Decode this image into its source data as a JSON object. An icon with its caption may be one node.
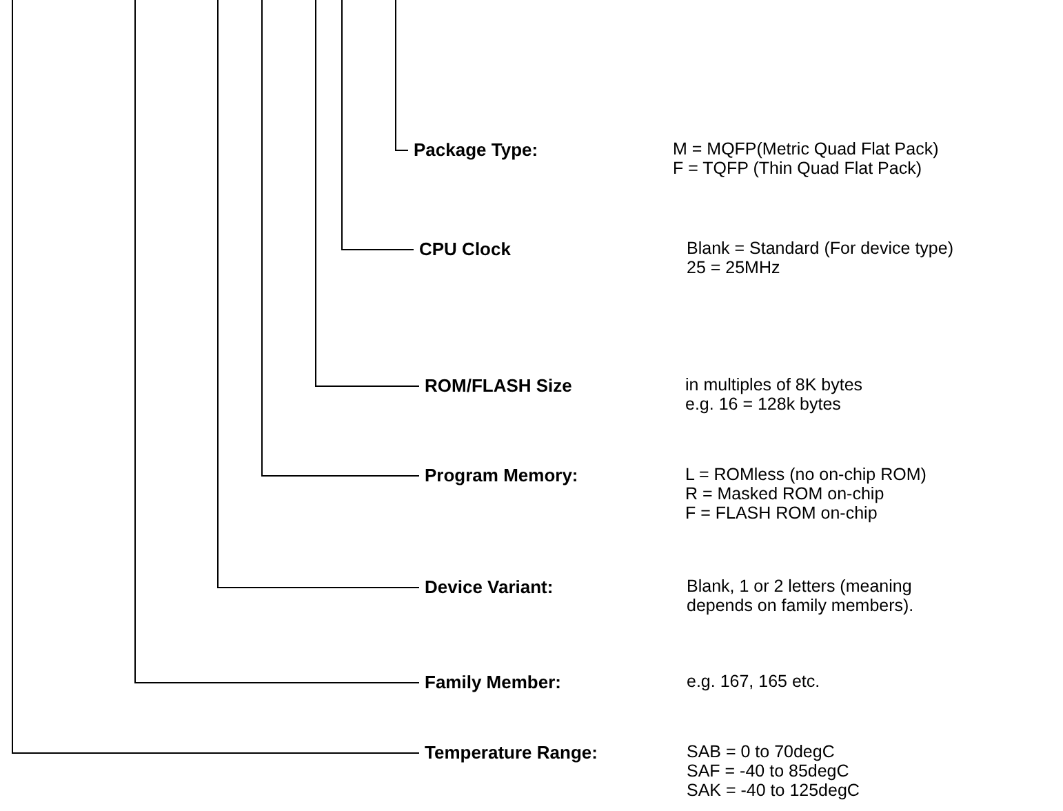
{
  "diagram": {
    "nodes": [
      {
        "text": [
          "Package Type:",
          "M = MQFP(Metric Quad Flat Pack) F = TQFP (Thin Quad Flat Pack)"
        ]
      },
      {
        "text": [
          "CPU Clock",
          "Blank = Standard (For device type) 25 = 25MHz"
        ]
      },
      {
        "text": [
          "ROM/FLASH Size",
          "in multiples of 8K bytes e.g. 16 = 128k bytes"
        ]
      },
      {
        "text": [
          "Program Memory:",
          "L = ROMless (no on-chip ROM) R = Masked ROM on-chip F = FLASH ROM on-chip"
        ]
      },
      {
        "text": [
          "Device Variant:",
          "Blank, 1 or 2 letters (meaning depends on family members)."
        ]
      },
      {
        "text": [
          "Family Member:",
          "e.g. 167, 165 etc."
        ]
      },
      {
        "text": [
          "Temperature Range:",
          "SAB = 0 to 70degC SAF = -40 to 85degC SAK = -40 to 125degC"
        ]
      }
    ],
    "edges": [
      {
        "from": null,
        "to": 0,
        "arrow": "none"
      },
      {
        "from": null,
        "to": 1,
        "arrow": "none"
      },
      {
        "from": null,
        "to": 2,
        "arrow": "none"
      },
      {
        "from": null,
        "to": 3,
        "arrow": "none"
      },
      {
        "from": null,
        "to": 4,
        "arrow": "none"
      },
      {
        "from": null,
        "to": 5,
        "arrow": "none"
      },
      {
        "from": null,
        "to": 6,
        "arrow": "none"
      }
    ]
  }
}
